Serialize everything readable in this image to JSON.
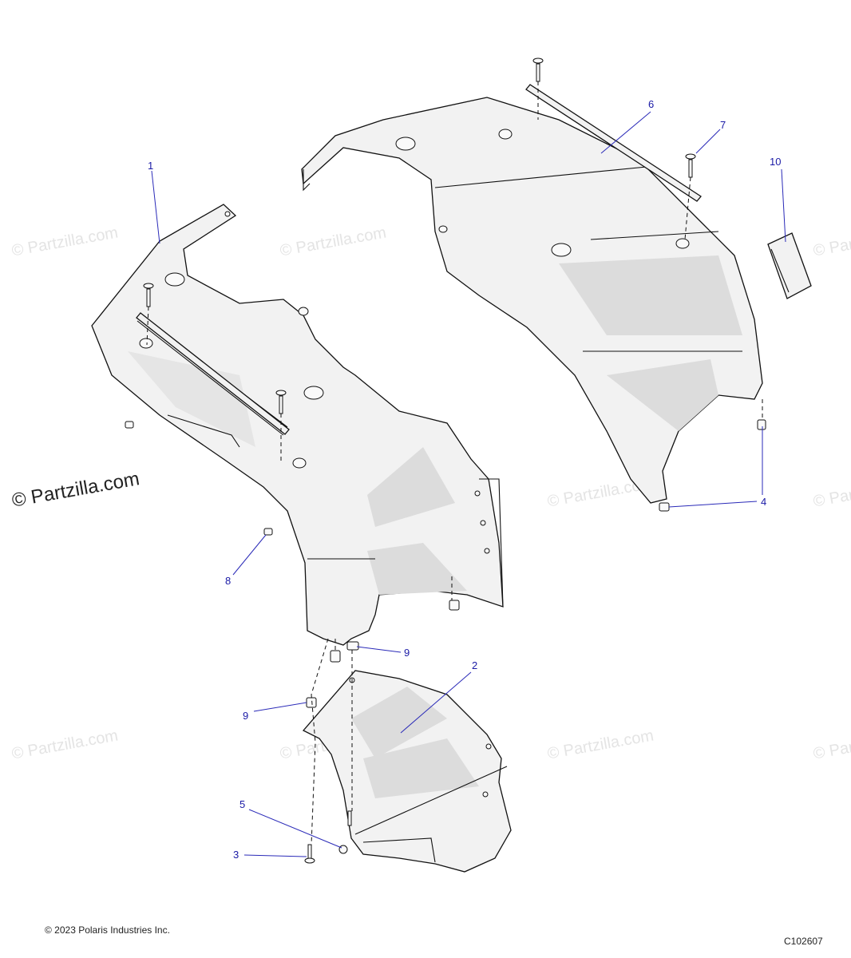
{
  "watermark": {
    "text": "© Partzilla.com",
    "main_text": "© Partzilla.com"
  },
  "callouts": [
    {
      "id": "1",
      "label": "1"
    },
    {
      "id": "2",
      "label": "2"
    },
    {
      "id": "3",
      "label": "3"
    },
    {
      "id": "4",
      "label": "4"
    },
    {
      "id": "5",
      "label": "5"
    },
    {
      "id": "6",
      "label": "6"
    },
    {
      "id": "7",
      "label": "7"
    },
    {
      "id": "8",
      "label": "8"
    },
    {
      "id": "9a",
      "label": "9"
    },
    {
      "id": "9b",
      "label": "9"
    },
    {
      "id": "10",
      "label": "10"
    }
  ],
  "footer": {
    "copyright": "© 2023 Polaris Industries Inc.",
    "code": "C102607"
  }
}
